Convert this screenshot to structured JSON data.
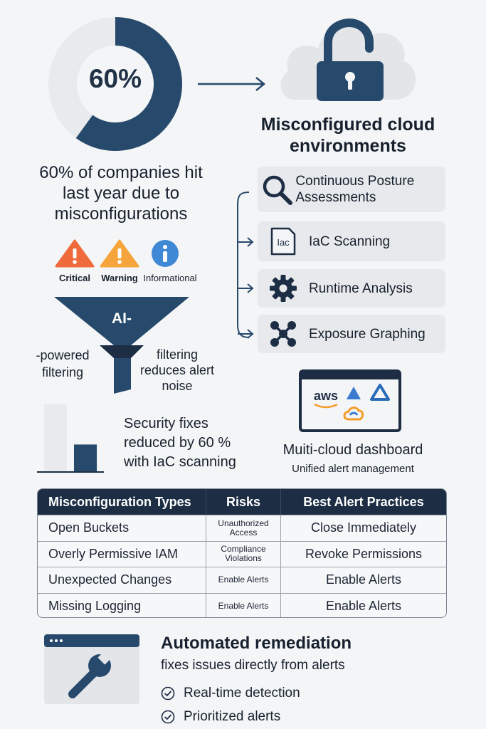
{
  "hero": {
    "percent_label": "60%",
    "percent_value": 60,
    "stat_text": "60% of companies hit last year due to misconfigurations",
    "cloud_title": "Misconfigured cloud environments"
  },
  "severity": [
    {
      "label": "Critical",
      "icon": "warning-triangle-icon",
      "color": "#ef6b3b"
    },
    {
      "label": "Warning",
      "icon": "warning-triangle-icon",
      "color": "#f5a53c"
    },
    {
      "label": "Informational",
      "icon": "info-circle-icon",
      "color": "#3f88d6"
    }
  ],
  "funnel": {
    "title": "AI-",
    "left_text": "-powered filtering",
    "right_text": "filtering reduces alert noise"
  },
  "features": [
    {
      "label": "Continuous Posture Assessments",
      "icon": "search-icon"
    },
    {
      "label": "IaC Scanning",
      "icon": "iac-file-icon",
      "icon_text": "Iac"
    },
    {
      "label": "Runtime Analysis",
      "icon": "gear-icon"
    },
    {
      "label": "Exposure Graphing",
      "icon": "graph-nodes-icon"
    }
  ],
  "fixes": {
    "text": "Security fixes reduced by 60 % with IaC scanning",
    "bars": [
      100,
      40
    ]
  },
  "dashboard": {
    "aws_label": "aws",
    "title": "Muiti-cloud dashboard",
    "subtitle": "Unified alert management"
  },
  "table": {
    "headers": [
      "Misconfiguration Types",
      "Risks",
      "Best Alert Practices"
    ],
    "rows": [
      [
        "Open Buckets",
        "Unauthorized Access",
        "Close Immediately"
      ],
      [
        "Overly Permissive IAM",
        "Compliance Violations",
        "Revoke Permissions"
      ],
      [
        "Unexpected Changes",
        "Enable Alerts",
        "Enable Alerts"
      ],
      [
        "Missing Logging",
        "Enable Alerts",
        "Enable Alerts"
      ]
    ]
  },
  "remediation": {
    "title": "Automated remediation",
    "subtitle": "fixes issues directly from alerts",
    "checks": [
      "Real-time detection",
      "Prioritized alerts"
    ]
  },
  "colors": {
    "navy": "#27496b",
    "dark": "#1c2d44",
    "ring_light": "#e8eaed"
  }
}
